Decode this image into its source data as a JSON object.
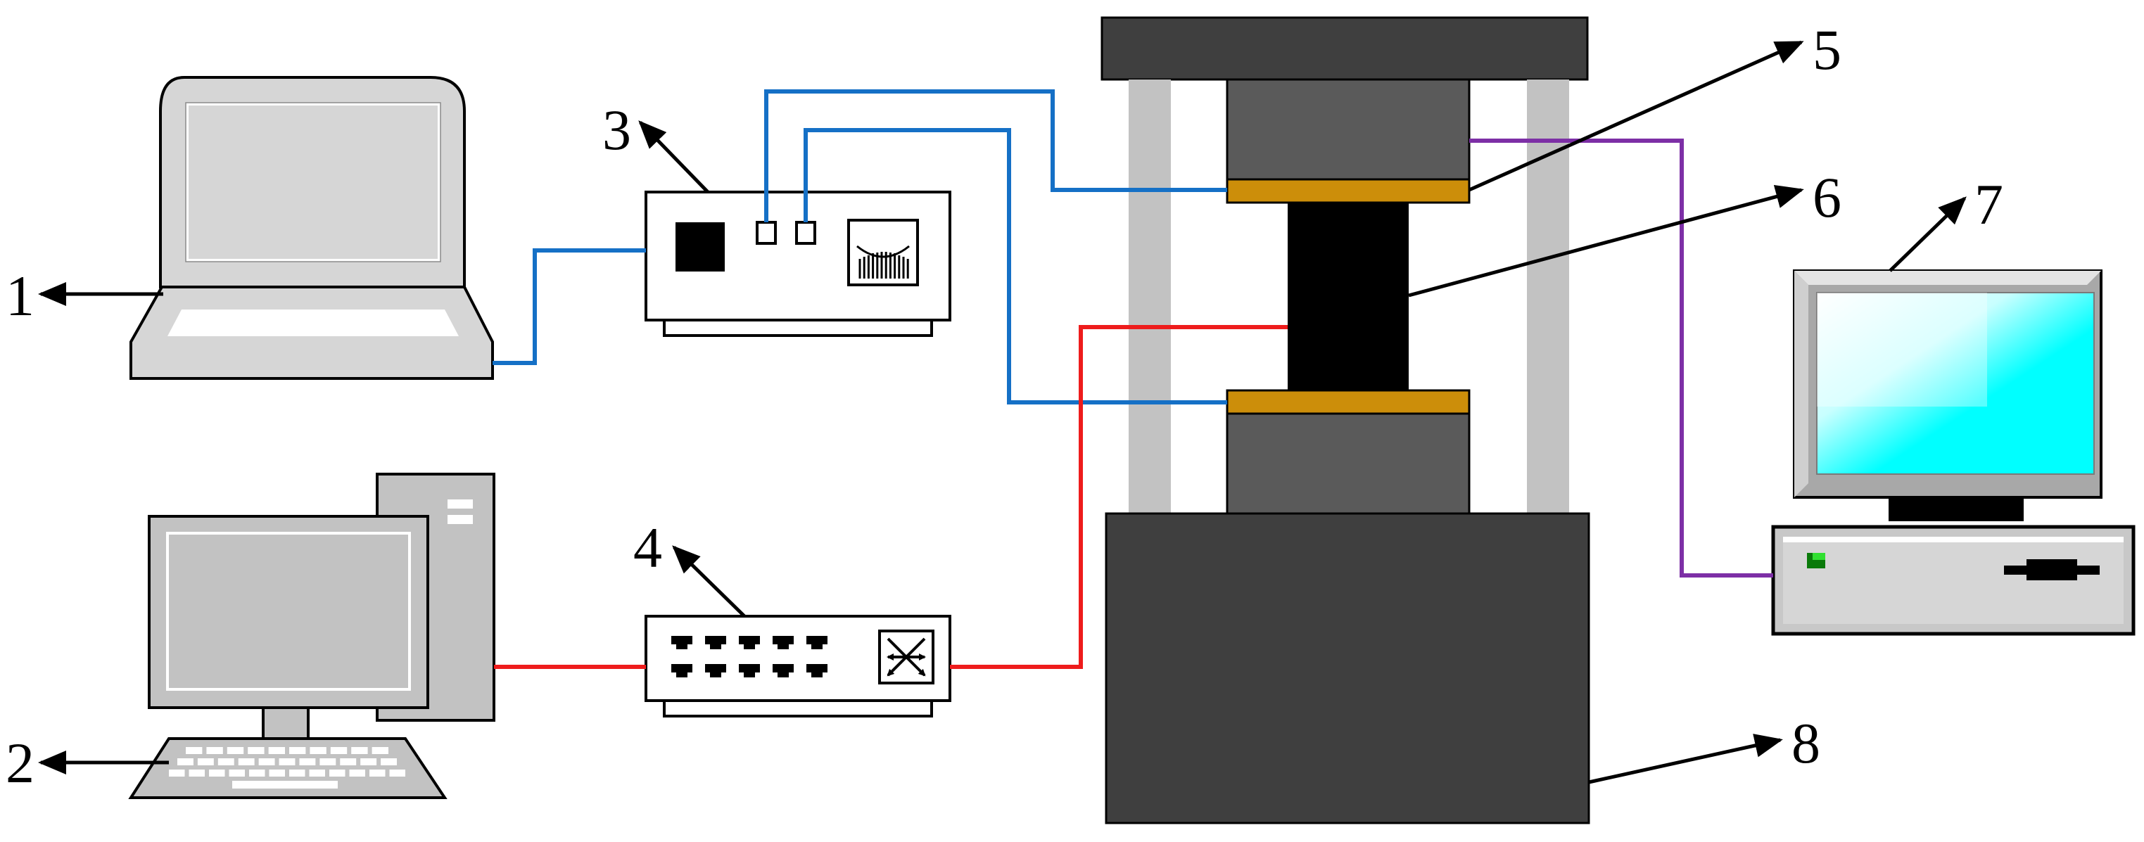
{
  "labels": [
    {
      "key": "laptop",
      "text": "1"
    },
    {
      "key": "desktop-computer",
      "text": "2"
    },
    {
      "key": "acoustic-emission-unit",
      "text": "3"
    },
    {
      "key": "network-switch",
      "text": "4"
    },
    {
      "key": "piezo-sensor-plate",
      "text": "5"
    },
    {
      "key": "rock-specimen",
      "text": "6"
    },
    {
      "key": "control-computer",
      "text": "7"
    },
    {
      "key": "loading-frame",
      "text": "8"
    }
  ],
  "colors": {
    "cable_blue": "#1570c6",
    "cable_red": "#ee1c1c",
    "cable_purple": "#7d2fa6",
    "frame_dark": "#3f3f3f",
    "platen_gray": "#5a5a5a",
    "column_gray": "#c2c2c2",
    "sensor_plate": "#cc8e0a",
    "specimen": "#000000",
    "screen_cyan": "#00ffff",
    "device_light": "#d9d9d9"
  },
  "icons": [
    "laptop-icon",
    "desktop-computer-icon",
    "acquisition-box-icon",
    "network-switch-icon",
    "control-computer-icon",
    "test-machine-icon"
  ]
}
